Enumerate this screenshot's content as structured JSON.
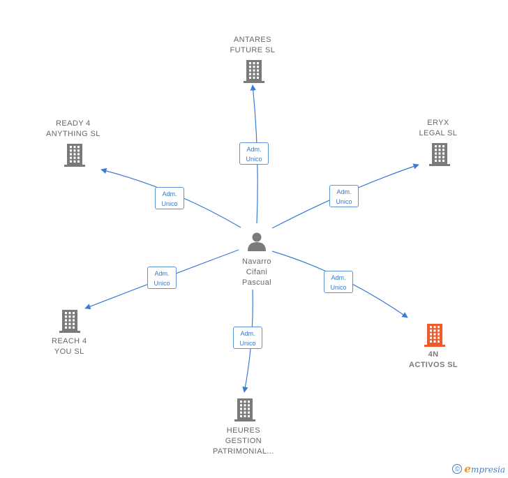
{
  "center": {
    "name_lines": [
      "Navarro",
      "Cifani",
      "Pascual"
    ],
    "icon": "person-icon"
  },
  "relation": {
    "line1": "Adm.",
    "line2": "Unico"
  },
  "companies": [
    {
      "id": "antares",
      "lines": [
        "ANTARES",
        "FUTURE SL"
      ],
      "highlight": false
    },
    {
      "id": "eryx",
      "lines": [
        "ERYX",
        "LEGAL  SL"
      ],
      "highlight": false
    },
    {
      "id": "ready4",
      "lines": [
        "READY 4",
        "ANYTHING  SL"
      ],
      "highlight": false
    },
    {
      "id": "reach4",
      "lines": [
        "REACH 4",
        "YOU  SL"
      ],
      "highlight": false
    },
    {
      "id": "heures",
      "lines": [
        "HEURES",
        "GESTION",
        "PATRIMONIAL..."
      ],
      "highlight": false
    },
    {
      "id": "4n",
      "lines": [
        "4N",
        "ACTIVOS  SL"
      ],
      "highlight": true
    }
  ],
  "colors": {
    "building": "#7a7a7a",
    "building_highlight": "#f05a2a",
    "edge": "#3a7bd5",
    "person": "#7a7a7a"
  },
  "footer": {
    "copyright": "©",
    "brand_initial": "e",
    "brand_rest": "mpresia"
  }
}
